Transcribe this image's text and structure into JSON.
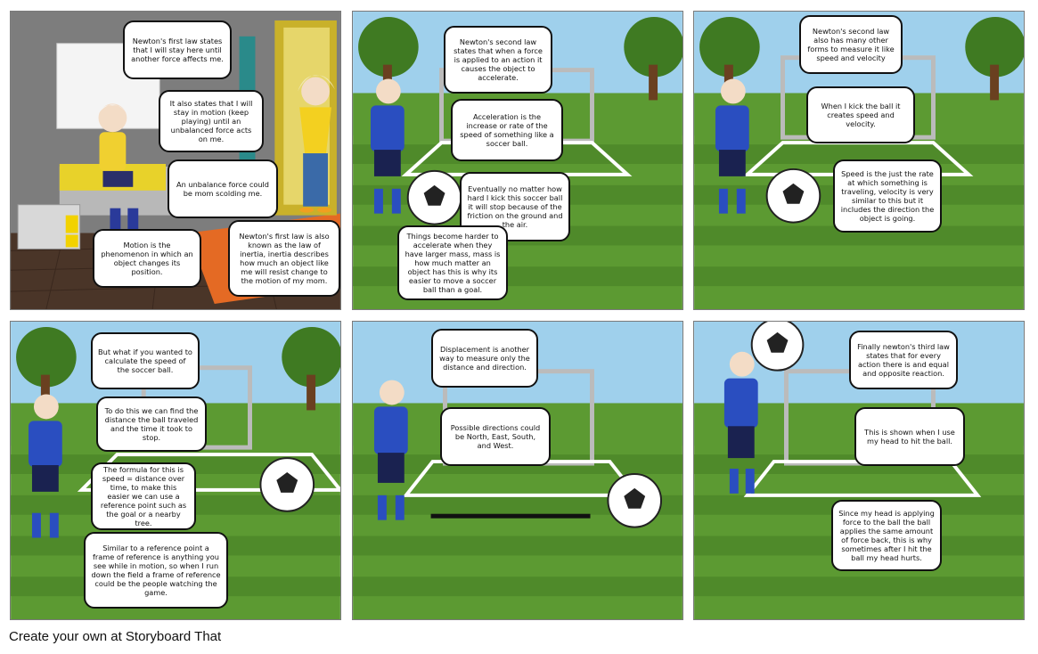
{
  "footer_text": "Create your own at Storyboard That",
  "panels": [
    {
      "bubbles": [
        "Newton's first law states that I will stay here until another force affects me.",
        "It also states that I will stay in motion (keep playing) until an unbalanced force acts on me.",
        "An unbalance force could be mom scolding me.",
        "Motion is the phenomenon in which an object changes its position.",
        "Newton's first law is also known as the law of inertia, inertia describes how much an object like me will resist change to the motion of my mom."
      ]
    },
    {
      "bubbles": [
        "Newton's second law states that when a force is applied to an action it causes the object to accelerate.",
        "Acceleration is the increase or rate of the speed of something like a soccer ball.",
        "Eventually no matter how hard I kick this soccer ball it will stop because of the friction on the ground and the air.",
        "Things become harder to accelerate when they have larger mass, mass is how much matter an object has this is why its easier to move a soccer ball than a goal."
      ]
    },
    {
      "bubbles": [
        "Newton's second law also has many other forms to measure it like speed and velocity",
        "When I kick the ball it creates speed and velocity.",
        "Speed is the just the rate at which something is traveling, velocity is very similar to this but it includes the direction the object is going."
      ]
    },
    {
      "bubbles": [
        "But what if you wanted to calculate the speed of the soccer ball.",
        "To do this we can find the distance the ball traveled and the time it took to stop.",
        "The formula for this is speed = distance over time, to make this easier we can use a reference point such as the goal or a nearby tree.",
        "Similar to a reference point a frame of reference is anything you see while in motion, so when I run down the field a frame of reference could be the people watching the game."
      ]
    },
    {
      "bubbles": [
        "Displacement is another way to measure only the distance and direction.",
        "Possible directions could be North, East, South, and West."
      ]
    },
    {
      "bubbles": [
        "Finally newton's third law states that for every action there is and equal and opposite reaction.",
        "This is shown when I use my head to hit the ball.",
        "Since my head is applying force to the ball the ball applies the same amount of force back, this is why sometimes after I hit the ball my head hurts."
      ]
    }
  ]
}
